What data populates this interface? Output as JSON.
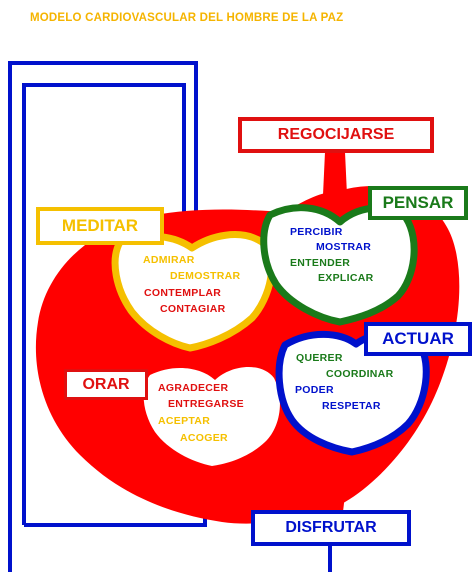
{
  "title": "MODELO CARDIOVASCULAR DEL HOMBRE DE LA PAZ",
  "colors": {
    "title": "#f5b400",
    "heart": "#ff0000",
    "blue": "#0011cc",
    "green": "#1a7a1a",
    "yellow": "#f5c000",
    "red": "#e01010"
  },
  "boxes": {
    "regocijarse": "REGOCIJARSE",
    "pensar": "PENSAR",
    "meditar": "MEDITAR",
    "orar": "ORAR",
    "actuar": "ACTUAR",
    "disfrutar": "DISFRUTAR"
  },
  "meditar_words": [
    "ADMIRAR",
    "DEMOSTRAR",
    "CONTEMPLAR",
    "CONTAGIAR"
  ],
  "pensar_words": [
    "PERCIBIR",
    "MOSTRAR",
    "ENTENDER",
    "EXPLICAR"
  ],
  "orar_words": [
    "AGRADECER",
    "ENTREGARSE",
    "ACEPTAR",
    "ACOGER"
  ],
  "actuar_words": [
    "QUERER",
    "COORDINAR",
    "PODER",
    "RESPETAR"
  ]
}
